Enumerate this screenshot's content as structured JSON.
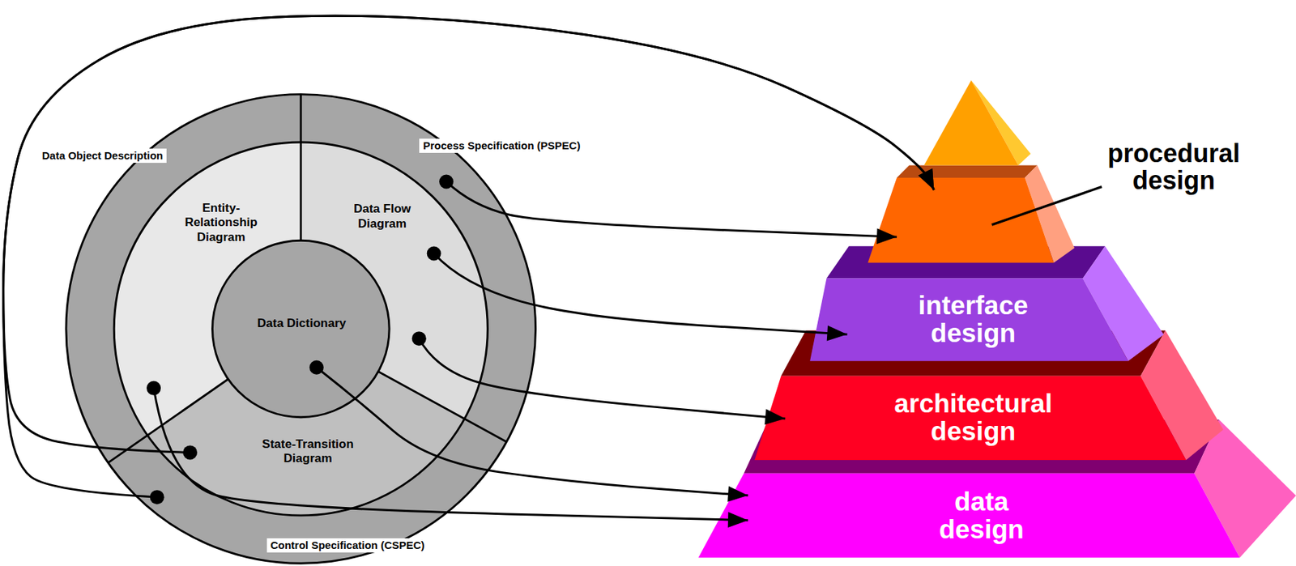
{
  "diagram": {
    "nodes": [
      {
        "text": [
          "Data Object Description"
        ]
      },
      {
        "text": [
          "Process Specification (PSPEC)"
        ]
      },
      {
        "text": [
          "Control Specification (CSPEC)"
        ]
      },
      {
        "text": [
          "Entity-Relationship Diagram"
        ]
      },
      {
        "text": [
          "Data Flow Diagram"
        ]
      },
      {
        "text": [
          "State-Transition Diagram"
        ]
      },
      {
        "text": [
          "Data Dictionary"
        ]
      },
      {
        "text": [
          "procedural design"
        ]
      },
      {
        "text": [
          "interface design"
        ]
      },
      {
        "text": [
          "architectural design"
        ]
      },
      {
        "text": [
          "data design"
        ]
      }
    ],
    "edges": [
      {
        "from": 1,
        "to": 7,
        "arrow": "to"
      },
      {
        "from": 4,
        "to": 8,
        "arrow": "to"
      },
      {
        "from": 4,
        "to": 9,
        "arrow": "to"
      },
      {
        "from": 6,
        "to": 10,
        "arrow": "to"
      },
      {
        "from": 3,
        "to": 10,
        "arrow": "to"
      },
      {
        "from": 5,
        "to": 7,
        "arrow": "to"
      },
      {
        "from": 2,
        "to": 7,
        "arrow": "to"
      }
    ]
  }
}
